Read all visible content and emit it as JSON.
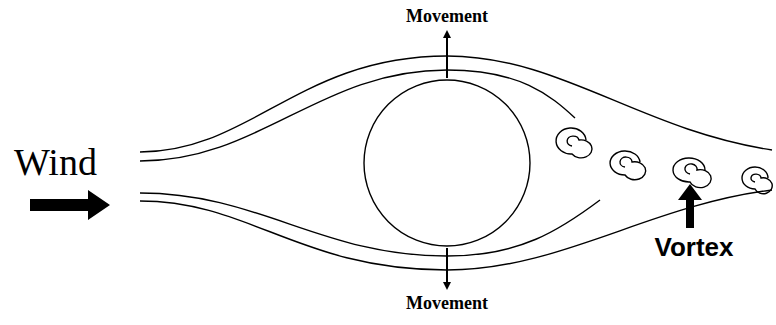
{
  "diagram": {
    "labels": [
      "Movement",
      "Wind",
      "Vortex",
      "Movement"
    ]
  }
}
